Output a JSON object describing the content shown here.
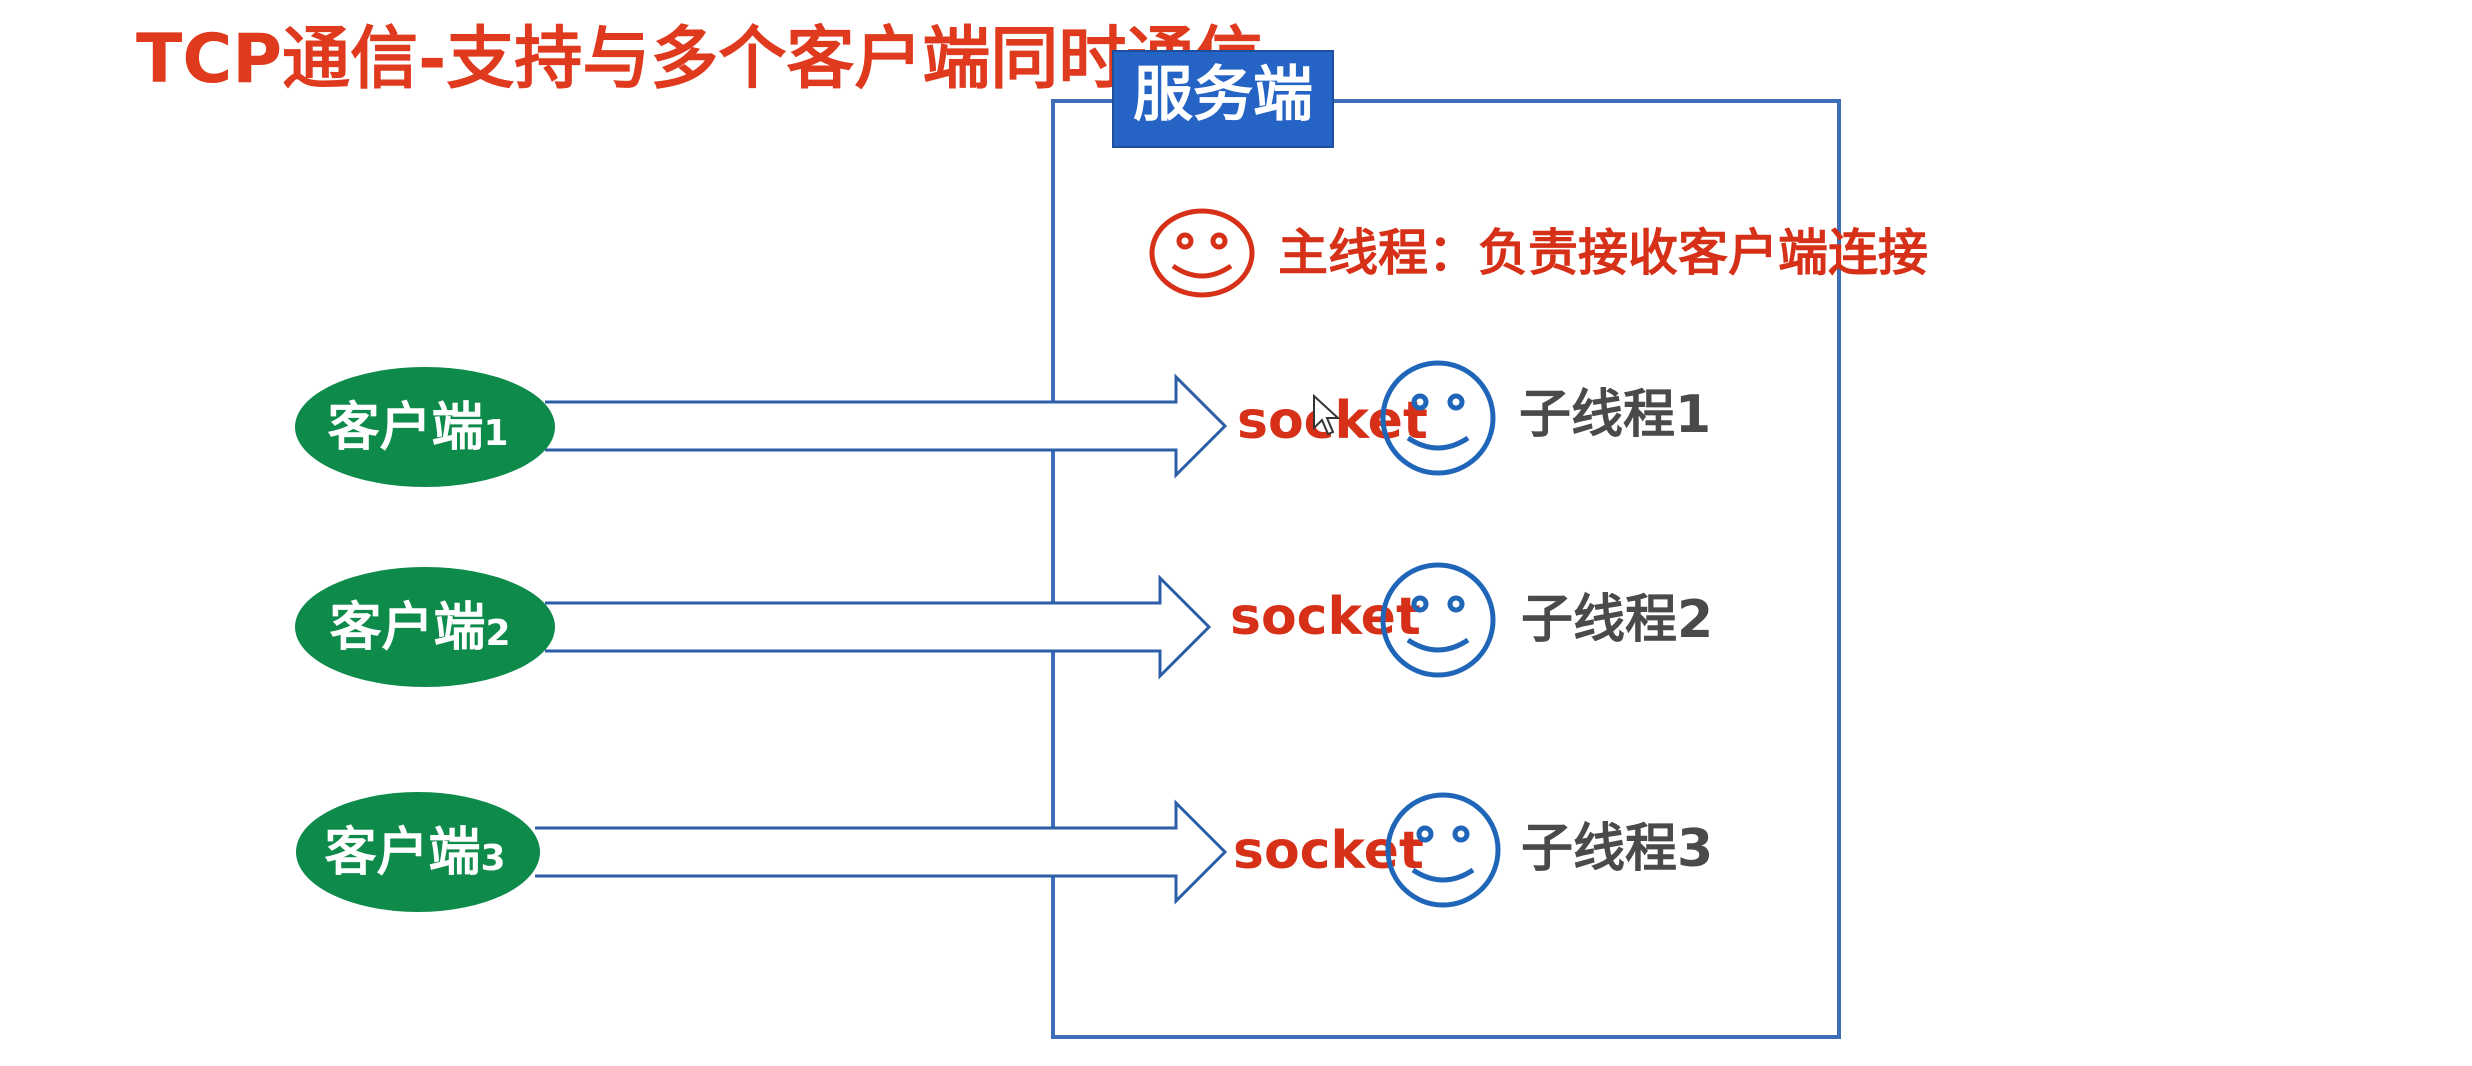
{
  "title": "TCP通信-支持与多个客户端同时通信",
  "server": {
    "label": "服务端",
    "main_thread": "主线程：负责接收客户端连接"
  },
  "clients": [
    {
      "label": "客户端",
      "index": "1",
      "socket": "socket",
      "thread": "子线程1"
    },
    {
      "label": "客户端",
      "index": "2",
      "socket": "socket",
      "thread": "子线程2"
    },
    {
      "label": "客户端",
      "index": "3",
      "socket": "socket",
      "thread": "子线程3"
    }
  ],
  "colors": {
    "title": "#e03a1e",
    "server_header_bg": "#2563c5",
    "server_border": "#3c6fb7",
    "client_ellipse": "#0e8a4b",
    "arrow_stroke": "#2c5ea8",
    "socket_text": "#d63118",
    "thread_text": "#4a4a4a",
    "face_main": "#d63118",
    "face_child": "#2066b8"
  },
  "icons": {
    "main_thread_face": "smiley-face-icon",
    "child_thread_face": "smiley-face-icon",
    "cursor": "mouse-cursor-icon"
  }
}
